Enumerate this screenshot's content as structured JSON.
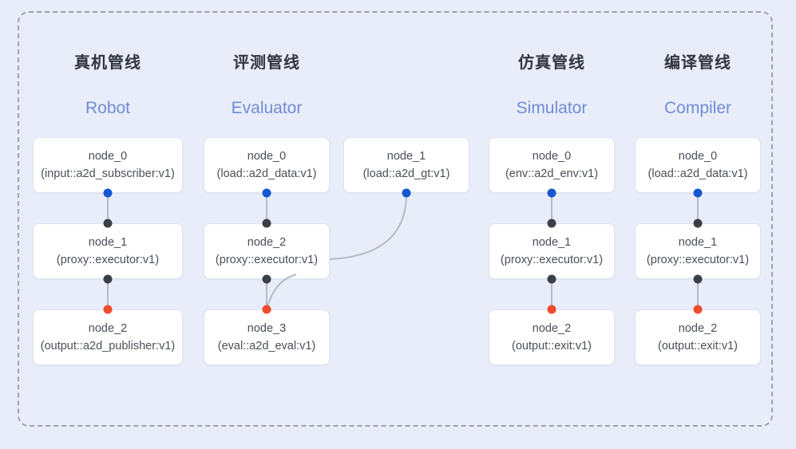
{
  "diagram": {
    "frame_label": "pipeline-container",
    "background_color": "#e9edfa",
    "frame_border_color": "#9aa3b5",
    "port_colors": {
      "input": "#1557d0",
      "middle": "#3c3f45",
      "output": "#ef4a2c"
    },
    "edge_color": "#b3bac9"
  },
  "columns": [
    {
      "id": "robot",
      "title_cn": "真机管线",
      "title_en": "Robot",
      "nodes": [
        {
          "name": "node_0",
          "spec": "(input::a2d_subscriber:v1)"
        },
        {
          "name": "node_1",
          "spec": "(proxy::executor:v1)"
        },
        {
          "name": "node_2",
          "spec": "(output::a2d_publisher:v1)"
        }
      ]
    },
    {
      "id": "evaluator",
      "title_cn": "评测管线",
      "title_en": "Evaluator",
      "nodes": [
        {
          "name": "node_0",
          "spec": "(load::a2d_data:v1)"
        },
        {
          "name": "node_2",
          "spec": "(proxy::executor:v1)"
        },
        {
          "name": "node_3",
          "spec": "(eval::a2d_eval:v1)"
        },
        {
          "name": "node_1",
          "spec": "(load::a2d_gt:v1)"
        }
      ]
    },
    {
      "id": "simulator",
      "title_cn": "仿真管线",
      "title_en": "Simulator",
      "nodes": [
        {
          "name": "node_0",
          "spec": "(env::a2d_env:v1)"
        },
        {
          "name": "node_1",
          "spec": "(proxy::executor:v1)"
        },
        {
          "name": "node_2",
          "spec": "(output::exit:v1)"
        }
      ]
    },
    {
      "id": "compiler",
      "title_cn": "编译管线",
      "title_en": "Compiler",
      "nodes": [
        {
          "name": "node_0",
          "spec": "(load::a2d_data:v1)"
        },
        {
          "name": "node_1",
          "spec": "(proxy::executor:v1)"
        },
        {
          "name": "node_2",
          "spec": "(output::exit:v1)"
        }
      ]
    }
  ]
}
